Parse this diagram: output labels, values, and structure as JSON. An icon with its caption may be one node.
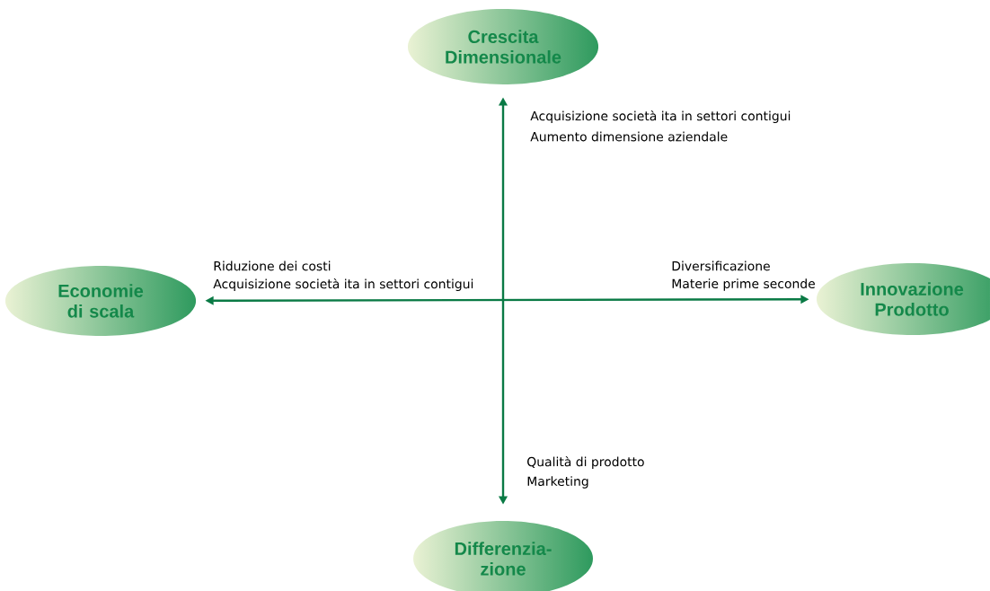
{
  "diagram": {
    "nodes": [
      {
        "text": [
          "Crescita Dimensionale"
        ]
      },
      {
        "text": [
          "Economie di scala"
        ]
      },
      {
        "text": [
          "Innovazione Prodotto"
        ]
      },
      {
        "text": [
          "Differenzia- zione"
        ]
      }
    ],
    "edges": [
      {
        "from": 0,
        "to": 3,
        "arrow": "both"
      },
      {
        "from": 1,
        "to": 2,
        "arrow": "both"
      }
    ],
    "labels": [
      "Acquisizione società ita in settori contigui",
      "Aumento dimensione aziendale",
      "Riduzione dei costi",
      "Acquisizione società ita in settori contigui",
      "Diversificazione",
      "Materie prime seconde",
      "Qualità di prodotto",
      "Marketing"
    ]
  }
}
